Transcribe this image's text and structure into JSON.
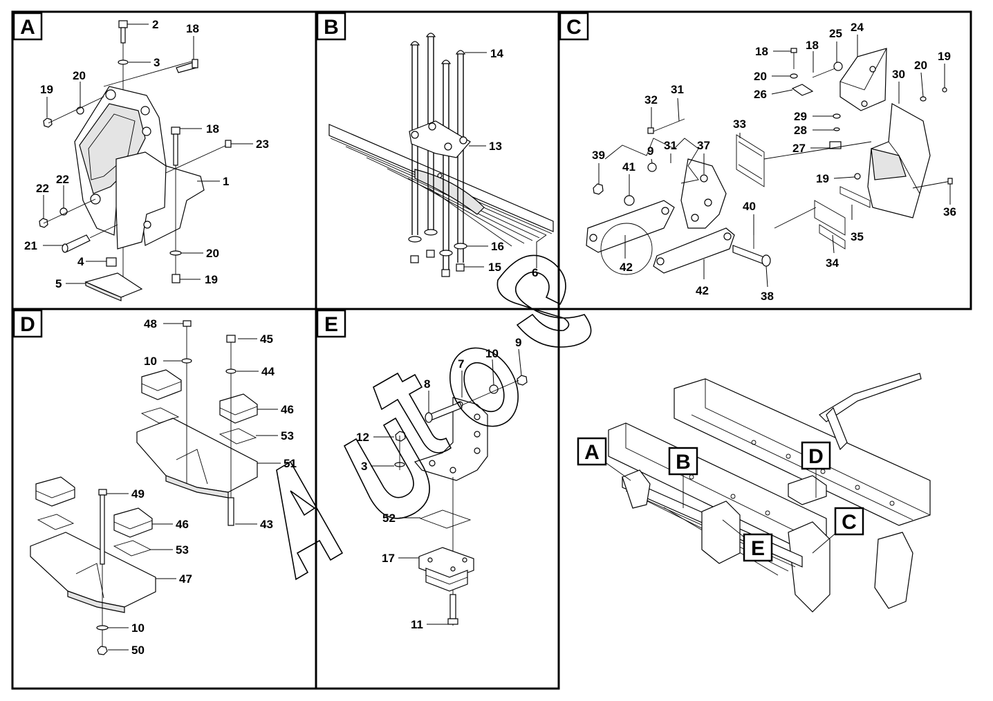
{
  "panels": {
    "A": {
      "tag": "A",
      "callouts": [
        {
          "n": "2"
        },
        {
          "n": "3"
        },
        {
          "n": "18"
        },
        {
          "n": "20"
        },
        {
          "n": "19"
        },
        {
          "n": "18"
        },
        {
          "n": "23"
        },
        {
          "n": "1"
        },
        {
          "n": "22"
        },
        {
          "n": "22"
        },
        {
          "n": "21"
        },
        {
          "n": "20"
        },
        {
          "n": "4"
        },
        {
          "n": "5"
        },
        {
          "n": "19"
        }
      ]
    },
    "B": {
      "tag": "B",
      "callouts": [
        {
          "n": "14"
        },
        {
          "n": "13"
        },
        {
          "n": "16"
        },
        {
          "n": "15"
        },
        {
          "n": "6"
        }
      ]
    },
    "C": {
      "tag": "C",
      "callouts": [
        {
          "n": "18"
        },
        {
          "n": "18"
        },
        {
          "n": "25"
        },
        {
          "n": "24"
        },
        {
          "n": "20"
        },
        {
          "n": "26"
        },
        {
          "n": "29"
        },
        {
          "n": "28"
        },
        {
          "n": "27"
        },
        {
          "n": "30"
        },
        {
          "n": "20"
        },
        {
          "n": "19"
        },
        {
          "n": "32"
        },
        {
          "n": "31"
        },
        {
          "n": "33"
        },
        {
          "n": "39"
        },
        {
          "n": "41"
        },
        {
          "n": "9"
        },
        {
          "n": "31"
        },
        {
          "n": "37"
        },
        {
          "n": "19"
        },
        {
          "n": "36"
        },
        {
          "n": "40"
        },
        {
          "n": "35"
        },
        {
          "n": "42"
        },
        {
          "n": "34"
        },
        {
          "n": "42"
        },
        {
          "n": "38"
        }
      ]
    },
    "D": {
      "tag": "D",
      "callouts": [
        {
          "n": "48"
        },
        {
          "n": "45"
        },
        {
          "n": "10"
        },
        {
          "n": "44"
        },
        {
          "n": "46"
        },
        {
          "n": "53"
        },
        {
          "n": "51"
        },
        {
          "n": "49"
        },
        {
          "n": "46"
        },
        {
          "n": "43"
        },
        {
          "n": "53"
        },
        {
          "n": "47"
        },
        {
          "n": "10"
        },
        {
          "n": "50"
        }
      ]
    },
    "E": {
      "tag": "E",
      "callouts": [
        {
          "n": "7"
        },
        {
          "n": "10"
        },
        {
          "n": "9"
        },
        {
          "n": "8"
        },
        {
          "n": "12"
        },
        {
          "n": "3"
        },
        {
          "n": "52"
        },
        {
          "n": "17"
        },
        {
          "n": "11"
        }
      ]
    }
  },
  "overview": {
    "labels": [
      {
        "n": "A"
      },
      {
        "n": "B"
      },
      {
        "n": "D"
      },
      {
        "n": "E"
      },
      {
        "n": "C"
      }
    ]
  },
  "watermark": "Autos"
}
